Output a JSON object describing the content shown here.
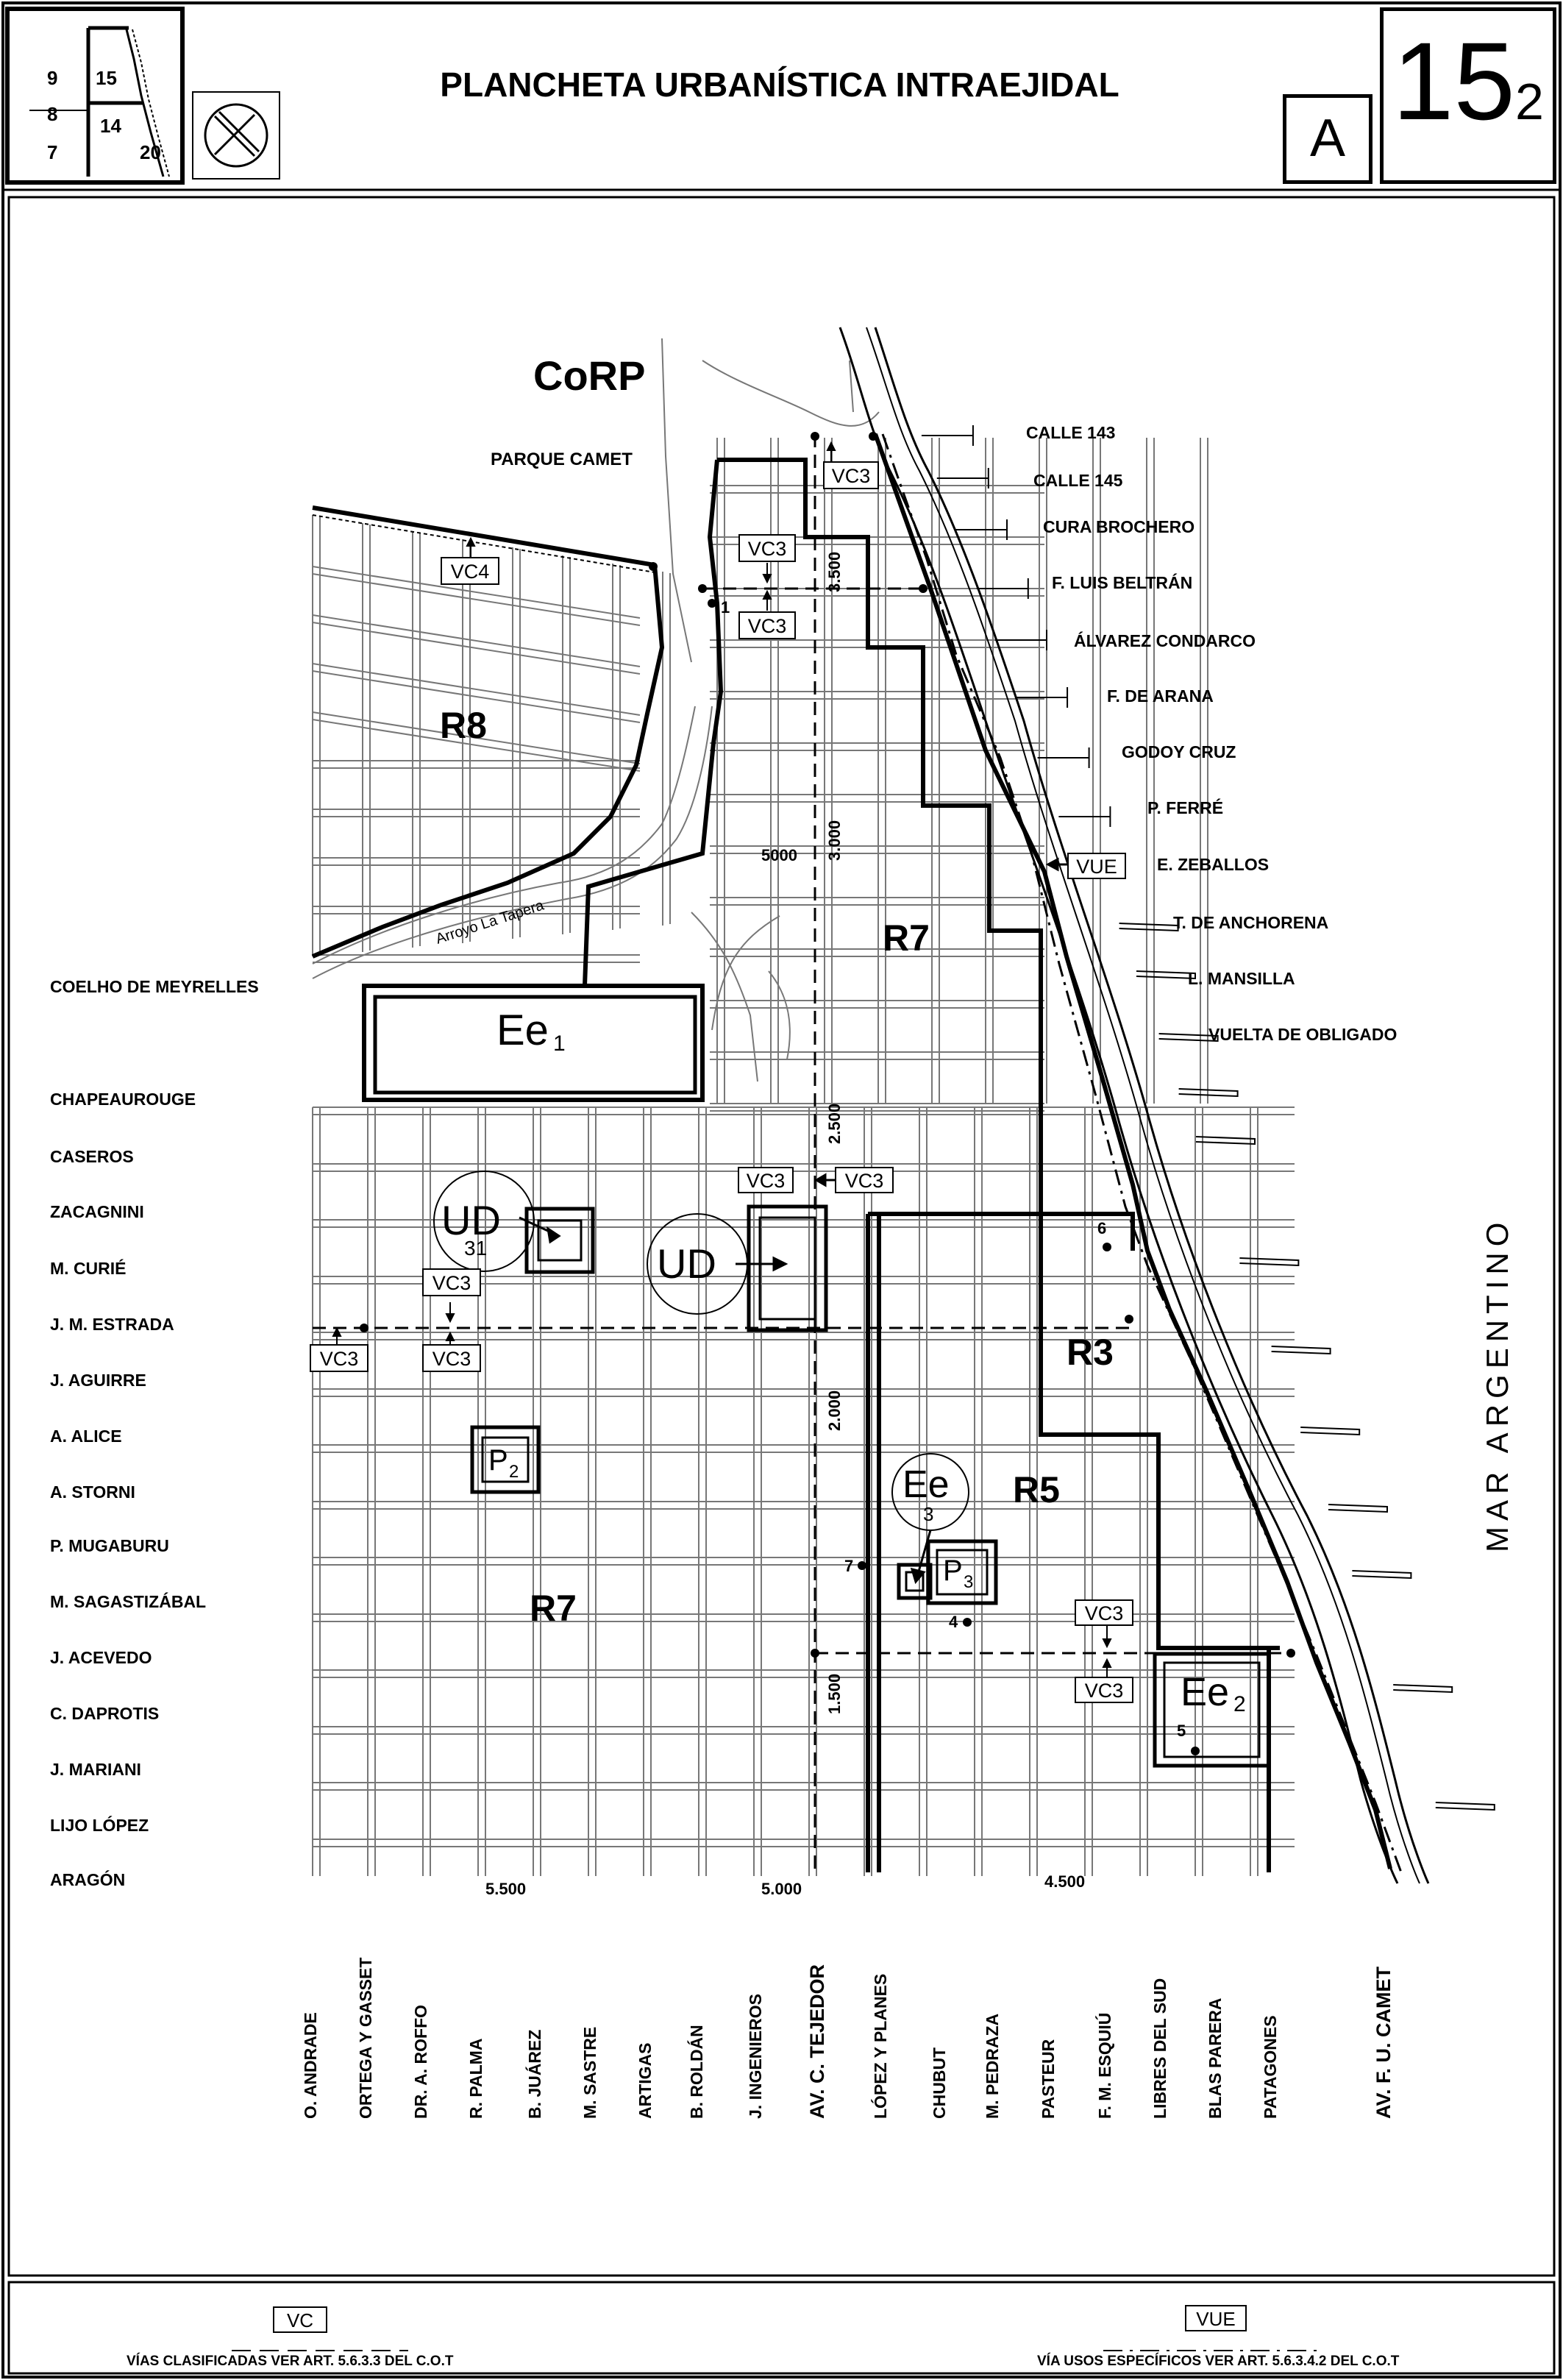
{
  "header": {
    "title": "PLANCHETA URBANÍSTICA INTRAEJIDAL",
    "series_letter": "A",
    "sheet_number": "15",
    "sheet_sub": "2",
    "key_map_cells": [
      "9",
      "15",
      "8",
      "14",
      "7",
      "20"
    ]
  },
  "zones": {
    "corp": "CoRP",
    "parque": "PARQUE CAMET",
    "r8": "R8",
    "r7_north": "R7",
    "r7_south": "R7",
    "r3": "R3",
    "r5": "R5",
    "ee1_main": "Ee",
    "ee1_sub": "1",
    "ee2_main": "Ee",
    "ee2_sub": "2",
    "ee3_main": "Ee",
    "ee3_sub": "3",
    "ud": "UD",
    "ud31_main": "UD",
    "ud31_sub": "31",
    "p2_main": "P",
    "p2_sub": "2",
    "p3_main": "P",
    "p3_sub": "3",
    "arroyo": "Arroyo La Tapera",
    "sea": "MAR ARGENTINO"
  },
  "vias": {
    "vc3": "VC3",
    "vc4": "VC4",
    "vue": "VUE"
  },
  "numbers": {
    "n5000_top": "5000",
    "n3500": "3.500",
    "n3000": "3.000",
    "n2500": "2.500",
    "n2000": "2.000",
    "n1500": "1.500",
    "b5500": "5.500",
    "b5000": "5.000",
    "b4500": "4.500",
    "pt1": "1",
    "pt4": "4",
    "pt5": "5",
    "pt6": "6",
    "pt7": "7"
  },
  "east_streets": [
    "CALLE 143",
    "CALLE 145",
    "CURA BROCHERO",
    "F. LUIS BELTRÁN",
    "ÁLVAREZ CONDARCO",
    "F. DE ARANA",
    "GODOY CRUZ",
    "P. FERRÉ",
    "E. ZEBALLOS",
    "T. DE ANCHORENA",
    "L. MANSILLA",
    "VUELTA DE OBLIGADO"
  ],
  "west_streets": [
    "COELHO DE MEYRELLES",
    "CHAPEAUROUGE",
    "CASEROS",
    "ZACAGNINI",
    "M. CURIÉ",
    "J. M. ESTRADA",
    "J. AGUIRRE",
    "A. ALICE",
    "A. STORNI",
    "P. MUGABURU",
    "M. SAGASTIZÁBAL",
    "J. ACEVEDO",
    "C. DAPROTIS",
    "J. MARIANI",
    "LIJO LÓPEZ",
    "ARAGÓN"
  ],
  "bottom_streets": [
    "O. ANDRADE",
    "ORTEGA Y GASSET",
    "DR. A. ROFFO",
    "R. PALMA",
    "B. JUÁREZ",
    "M. SASTRE",
    "ARTIGAS",
    "B. ROLDÁN",
    "J. INGENIEROS",
    "AV. C. TEJEDOR",
    "LÓPEZ Y PLANES",
    "CHUBUT",
    "M. PEDRAZA",
    "PASTEUR",
    "F. M. ESQUIÚ",
    "LIBRES DEL SUD",
    "BLAS PARERA",
    "PATAGONES",
    "AV. F. U. CAMET"
  ],
  "legend": {
    "vc_box": "VC",
    "vc_text": "VÍAS CLASIFICADAS VER ART. 5.6.3.3 DEL C.O.T",
    "vue_box": "VUE",
    "vue_text": "VÍA USOS ESPECÍFICOS  VER ART. 5.6.3.4.2 DEL C.O.T"
  }
}
